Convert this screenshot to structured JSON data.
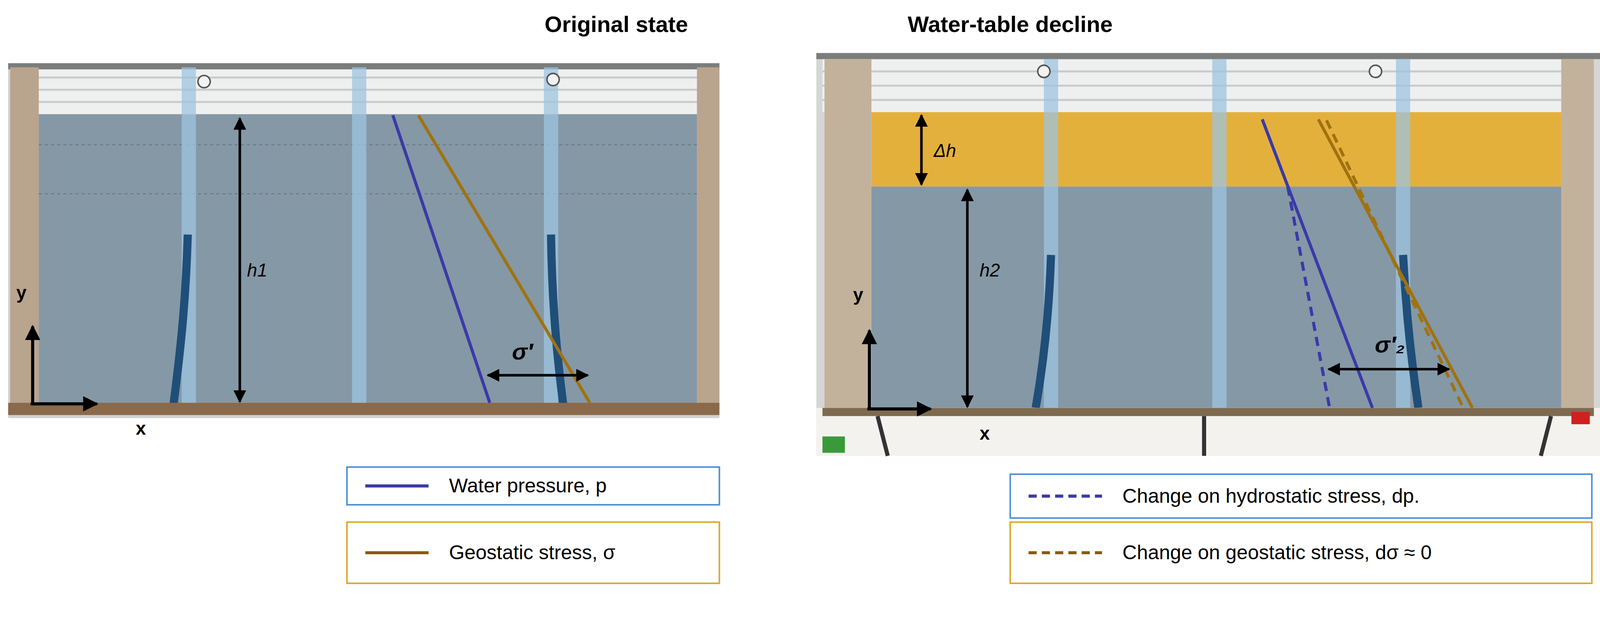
{
  "diagram": {
    "labels": [
      "Original state",
      "Water-table decline",
      "h1",
      "σ′",
      "y",
      "x",
      "Δh",
      "h2",
      "σ′₂",
      "y",
      "x"
    ],
    "legend": [
      {
        "text": "Water pressure, p"
      },
      {
        "text": "Geostatic stress, σ"
      },
      {
        "text": "Change on hydrostatic stress, dp."
      },
      {
        "text": "Change on geostatic stress, dσ ≈ 0"
      }
    ]
  }
}
